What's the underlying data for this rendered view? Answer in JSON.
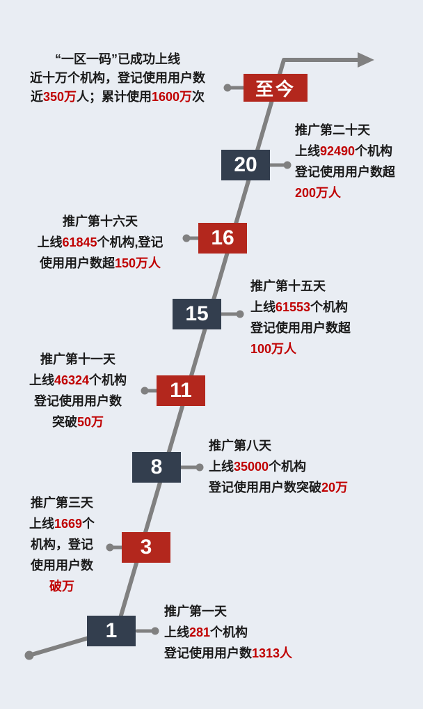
{
  "colors": {
    "background": "#e9edf3",
    "dark_box": "#333e4e",
    "red_box": "#b3271d",
    "highlight_text": "#c00000",
    "timeline_line": "#808080",
    "body_text": "#1a1a1a"
  },
  "milestones": [
    {
      "id": "day1",
      "box_label": "1",
      "box_color": "dark",
      "text_side": "right",
      "lines": [
        [
          {
            "t": "推广第一天"
          }
        ],
        [
          {
            "t": "上线"
          },
          {
            "t": "281",
            "red": true
          },
          {
            "t": "个机构"
          }
        ],
        [
          {
            "t": "登记使用用户数"
          },
          {
            "t": "1313人",
            "red": true
          }
        ]
      ]
    },
    {
      "id": "day3",
      "box_label": "3",
      "box_color": "red",
      "text_side": "left",
      "lines": [
        [
          {
            "t": "推广第三天"
          }
        ],
        [
          {
            "t": "上线"
          },
          {
            "t": "1669",
            "red": true
          },
          {
            "t": "个"
          }
        ],
        [
          {
            "t": "机构，登记"
          }
        ],
        [
          {
            "t": "使用用户数"
          }
        ],
        [
          {
            "t": "破万",
            "red": true
          }
        ]
      ]
    },
    {
      "id": "day8",
      "box_label": "8",
      "box_color": "dark",
      "text_side": "right",
      "lines": [
        [
          {
            "t": "推广第八天"
          }
        ],
        [
          {
            "t": "上线"
          },
          {
            "t": "35000",
            "red": true
          },
          {
            "t": "个机构"
          }
        ],
        [
          {
            "t": "登记使用用户数突破"
          },
          {
            "t": "20万",
            "red": true
          }
        ]
      ]
    },
    {
      "id": "day11",
      "box_label": "11",
      "box_color": "red",
      "text_side": "left",
      "lines": [
        [
          {
            "t": "推广第十一天"
          }
        ],
        [
          {
            "t": "上线"
          },
          {
            "t": "46324",
            "red": true
          },
          {
            "t": "个机构"
          }
        ],
        [
          {
            "t": "登记使用用户数"
          }
        ],
        [
          {
            "t": "突破"
          },
          {
            "t": "50万",
            "red": true
          }
        ]
      ]
    },
    {
      "id": "day15",
      "box_label": "15",
      "box_color": "dark",
      "text_side": "right",
      "lines": [
        [
          {
            "t": "推广第十五天"
          }
        ],
        [
          {
            "t": "上线"
          },
          {
            "t": "61553",
            "red": true
          },
          {
            "t": "个机构"
          }
        ],
        [
          {
            "t": "登记使用用户数超"
          }
        ],
        [
          {
            "t": "100万人",
            "red": true
          }
        ]
      ]
    },
    {
      "id": "day16",
      "box_label": "16",
      "box_color": "red",
      "text_side": "left",
      "lines": [
        [
          {
            "t": "推广第十六天"
          }
        ],
        [
          {
            "t": "上线"
          },
          {
            "t": "61845",
            "red": true
          },
          {
            "t": "个机构,登记"
          }
        ],
        [
          {
            "t": "使用用户数超"
          },
          {
            "t": "150万人",
            "red": true
          }
        ]
      ]
    },
    {
      "id": "day20",
      "box_label": "20",
      "box_color": "dark",
      "text_side": "right",
      "lines": [
        [
          {
            "t": "推广第二十天"
          }
        ],
        [
          {
            "t": "上线"
          },
          {
            "t": "92490",
            "red": true
          },
          {
            "t": "个机构"
          }
        ],
        [
          {
            "t": "登记使用用户数超"
          }
        ],
        [
          {
            "t": "200万人",
            "red": true
          }
        ]
      ]
    },
    {
      "id": "today",
      "box_label": "至今",
      "box_color": "red",
      "text_side": "left",
      "lines": [
        [
          {
            "t": "“一区一码”已成功上线"
          }
        ],
        [
          {
            "t": "近十万个机构，登记使用用户数"
          }
        ],
        [
          {
            "t": "近"
          },
          {
            "t": "350万",
            "red": true
          },
          {
            "t": "人；累计使用"
          },
          {
            "t": "1600万",
            "red": true
          },
          {
            "t": "次"
          }
        ]
      ]
    }
  ]
}
